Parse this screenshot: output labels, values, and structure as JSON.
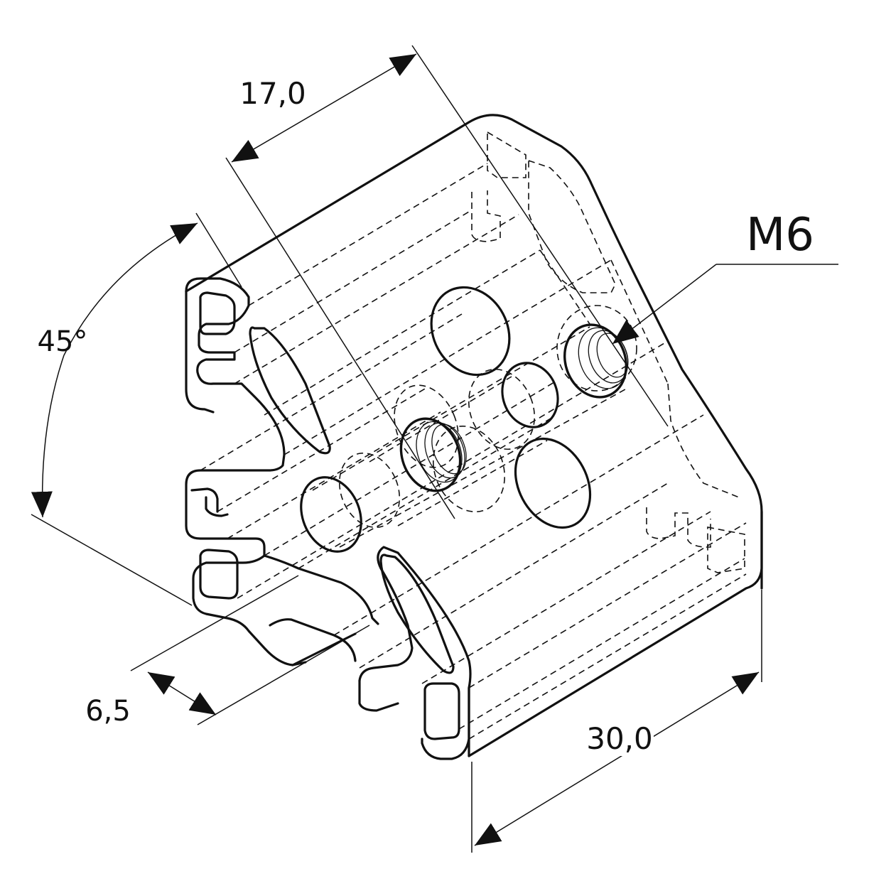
{
  "dimensions": {
    "top_width": "17,0",
    "angle": "45°",
    "slot_offset": "6,5",
    "depth": "30,0",
    "thread": "M6"
  },
  "colors": {
    "line": "#111111",
    "background": "#ffffff"
  }
}
